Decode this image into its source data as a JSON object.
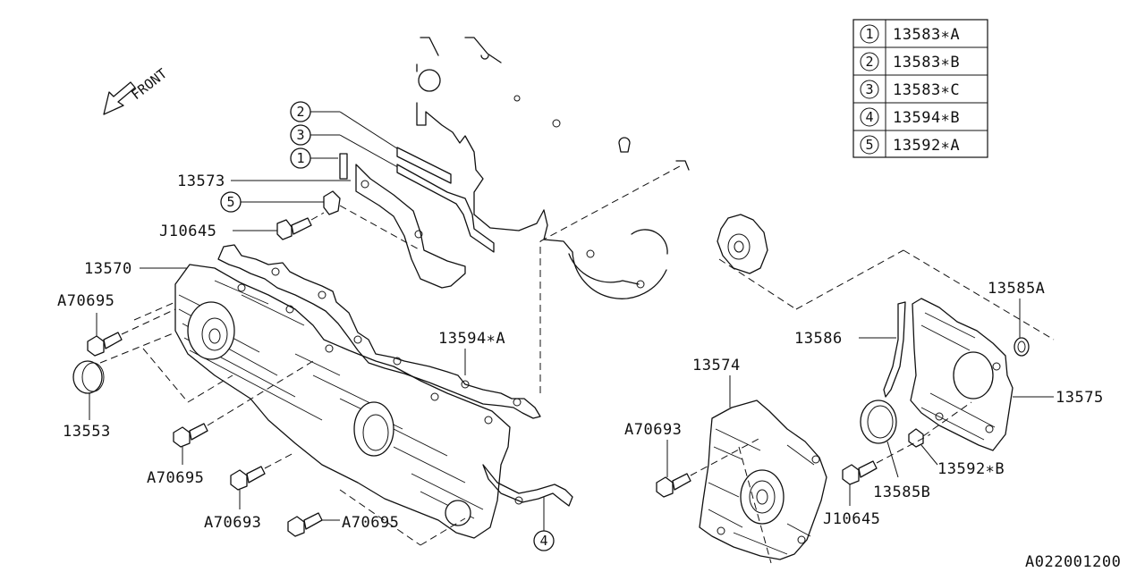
{
  "legend": [
    {
      "num": "1",
      "part": "13583∗A"
    },
    {
      "num": "2",
      "part": "13583∗B"
    },
    {
      "num": "3",
      "part": "13583∗C"
    },
    {
      "num": "4",
      "part": "13594∗B"
    },
    {
      "num": "5",
      "part": "13592∗A"
    }
  ],
  "front_label": "FRONT",
  "labels": {
    "p13573": "13573",
    "j10645_top": "J10645",
    "p13570": "13570",
    "a70695_top": "A70695",
    "p13553": "13553",
    "p13594a": "13594∗A",
    "a70695_mid": "A70695",
    "a70693_left": "A70693",
    "a70695_bottom": "A70695",
    "p13585a": "13585A",
    "p13586": "13586",
    "p13574": "13574",
    "p13575": "13575",
    "a70693_right": "A70693",
    "p13592b": "13592∗B",
    "p13585b": "13585B",
    "j10645_bottom": "J10645"
  },
  "callouts": {
    "c2": "2",
    "c3": "3",
    "c1": "1",
    "c5": "5",
    "c4": "4"
  },
  "diagram_id": "A022001200"
}
